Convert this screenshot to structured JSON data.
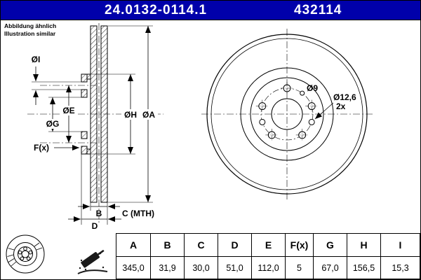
{
  "header": {
    "part_number": "24.0132-0114.1",
    "ref_number": "432114"
  },
  "note": {
    "line1": "Abbildung ähnlich",
    "line2": "Illustration similar"
  },
  "drawing": {
    "labels": {
      "dia_i": "ØI",
      "dia_g": "ØG",
      "dia_e": "ØE",
      "dia_h": "ØH",
      "dia_a": "ØA",
      "f": "F(x)",
      "b": "B",
      "c_mth": "C (MTH)",
      "d": "D",
      "dia_9": "Ø9",
      "dia_12_6": "Ø12,6",
      "count_2x": "2x"
    }
  },
  "table": {
    "headers": [
      "A",
      "B",
      "C",
      "D",
      "E",
      "F(x)",
      "G",
      "H",
      "I"
    ],
    "values": [
      "345,0",
      "31,9",
      "30,0",
      "51,0",
      "112,0",
      "5",
      "67,0",
      "156,5",
      "15,3"
    ]
  },
  "colors": {
    "header_bg": "#0000AA",
    "line": "#000000"
  }
}
